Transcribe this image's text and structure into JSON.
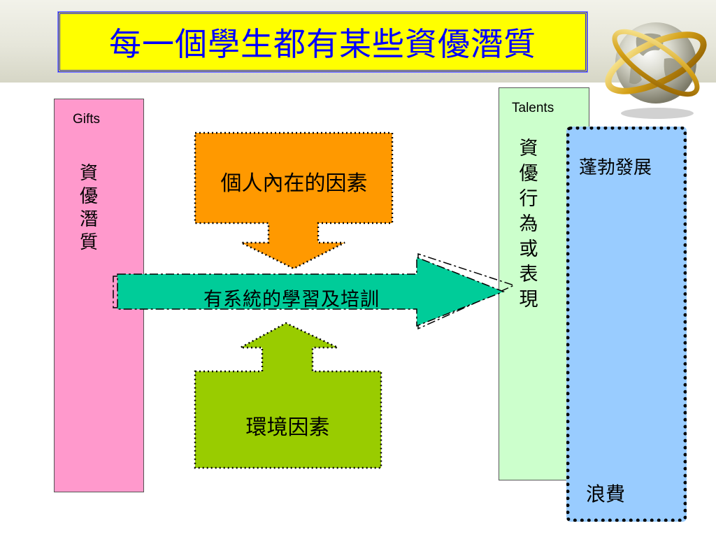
{
  "slide": {
    "title": "每一個學生都有某些資優潛質"
  },
  "gifts": {
    "label": "Gifts",
    "vertical_text": [
      "資",
      "優",
      "潛",
      "質"
    ]
  },
  "talents": {
    "label": "Talents",
    "vertical_text": [
      "資",
      "優",
      "行",
      "為",
      "或",
      "表",
      "現"
    ]
  },
  "factors": {
    "internal": "個人內在的因素",
    "training": "有系統的學習及培訓",
    "environment": "環境因素"
  },
  "outcomes": {
    "flourish": "蓬勃發展",
    "waste": "浪費"
  },
  "colors": {
    "title_bg": "#ffff00",
    "title_text": "#0000ff",
    "gifts_bg": "#ff99cc",
    "internal_arrow": "#ff9900",
    "training_arrow": "#00cc99",
    "environment_arrow": "#99cc00",
    "talents_bg": "#ccffcc",
    "outcome_bg": "#99ccff"
  },
  "icons": {
    "decoration": "globe-icon"
  }
}
